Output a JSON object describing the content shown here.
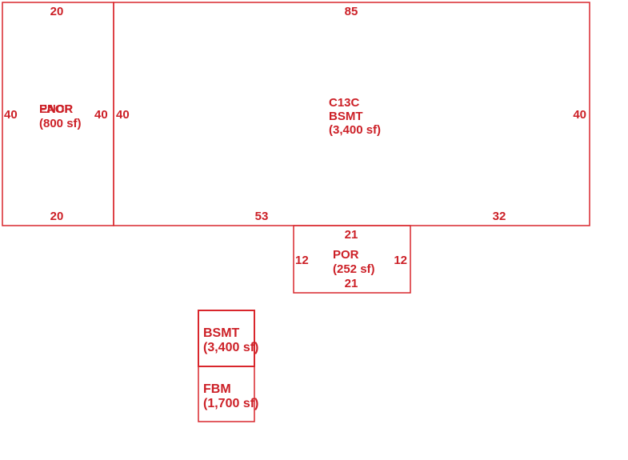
{
  "colors": {
    "line": "#d9262c",
    "text": "#cc1f26",
    "background": "#ffffff"
  },
  "areas": {
    "left": {
      "label_overlap_a": "ENCP",
      "label_overlap_b": "PAOR",
      "area": "(800 sf)",
      "dims": {
        "top": "20",
        "bottom": "20",
        "left": "40",
        "right": "40"
      }
    },
    "main": {
      "line1": "C13C",
      "line2": "BSMT",
      "area": "(3,400 sf)",
      "dims": {
        "top": "85",
        "left": "40",
        "right": "40",
        "bottom_a": "53",
        "bottom_b": "32"
      }
    },
    "porch": {
      "label": "POR",
      "area": "(252 sf)",
      "dims": {
        "top": "21",
        "bottom": "21",
        "left": "12",
        "right": "12"
      }
    }
  },
  "legend": [
    {
      "label": "BSMT",
      "area": "(3,400 sf)"
    },
    {
      "label": "FBM",
      "area": "(1,700 sf)"
    }
  ]
}
